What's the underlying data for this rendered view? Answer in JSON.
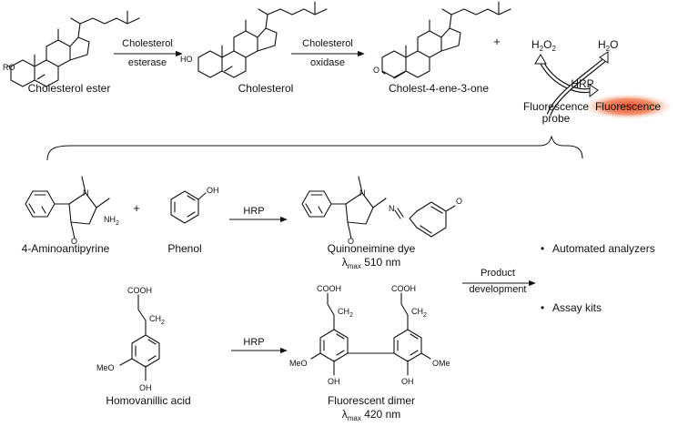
{
  "cascade": {
    "cholesterol_ester": "Cholesterol ester",
    "ro_group": "RO",
    "enzyme1_line1": "Cholesterol",
    "enzyme1_line2": "esterase",
    "cholesterol": "Cholesterol",
    "ho_group": "HO",
    "enzyme2_line1": "Cholesterol",
    "enzyme2_line2": "oxidase",
    "cholestenone": "Cholest-4-ene-3-one",
    "oxo_o": "O",
    "plus": "+"
  },
  "hrp_cycle": {
    "h2o2_main": "H",
    "h2o2_sub": "2",
    "h2o2_tail": "O",
    "h2o2_sub2": "2",
    "h2o_main": "H",
    "h2o_sub": "2",
    "h2o_tail": "O",
    "hrp": "HRP",
    "probe_line1": "Fluorescence",
    "probe_line2": "probe",
    "product": "Fluorescence",
    "glow_color": "#e8401a"
  },
  "reaction1": {
    "aminoantipyrine": "4-Aminoantipyrine",
    "plus": "+",
    "phenol": "Phenol",
    "phenol_oh": "OH",
    "hrp": "HRP",
    "dye": "Quinoneimine dye",
    "lambda_prefix": "λ",
    "lambda_sub": "max",
    "lambda_value": " 510 nm",
    "n_atom": "N",
    "nh2": "NH",
    "nh2_sub": "2",
    "o_atom": "O"
  },
  "reaction2": {
    "homovanillic": "Homovanillic acid",
    "cooh": "COOH",
    "ch2": "CH",
    "ch2_sub": "2",
    "meo": "MeO",
    "oh": "OH",
    "hrp": "HRP",
    "dimer": "Fluorescent dimer",
    "lambda_prefix": "λ",
    "lambda_sub": "max",
    "lambda_value": " 420 nm"
  },
  "development": {
    "arrow_line1": "Product",
    "arrow_line2": "development",
    "bullet": "•",
    "item1": "Automated analyzers",
    "item2": "Assay kits"
  }
}
